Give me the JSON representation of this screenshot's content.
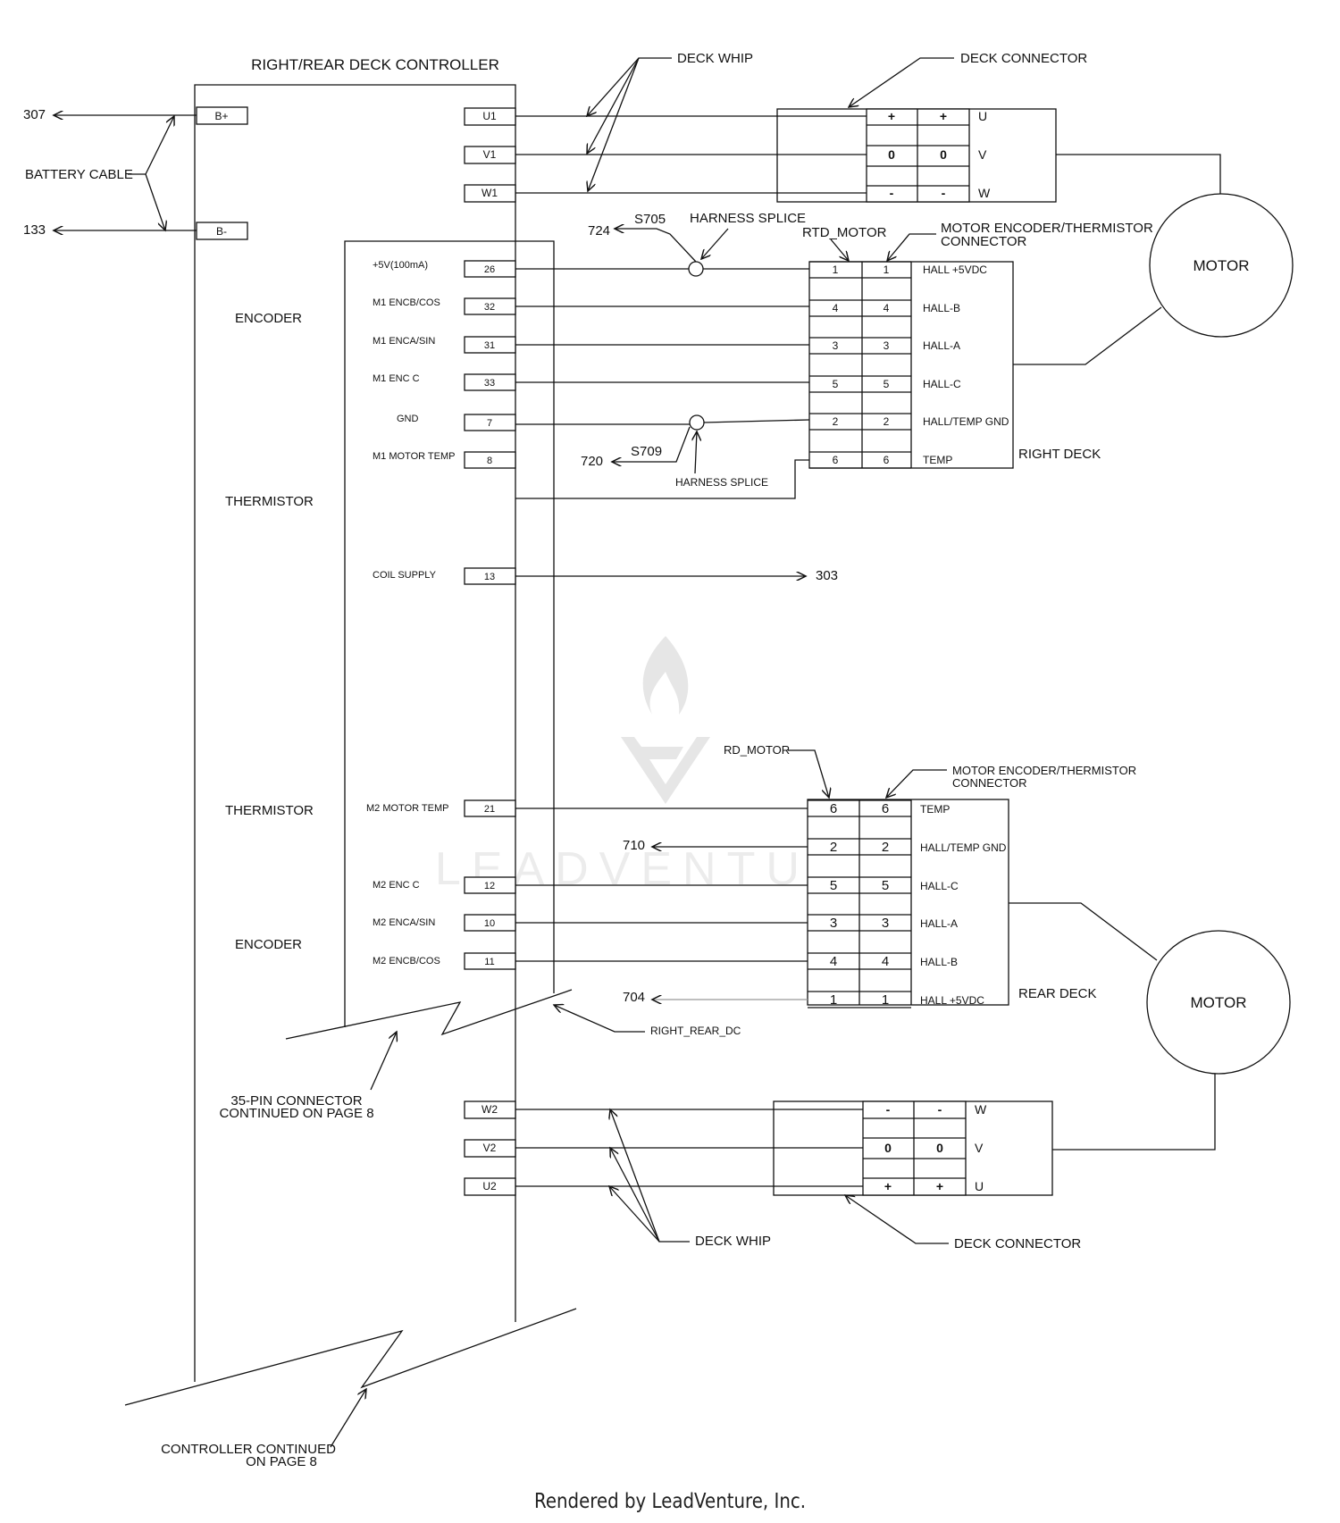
{
  "title": "RIGHT/REAR  DECK CONTROLLER",
  "battery": {
    "label": "BATTERY CABLE",
    "b_plus": "B+",
    "b_minus": "B-",
    "ref_plus": "307",
    "ref_minus": "133"
  },
  "deck_whip": "DECK WHIP",
  "deck_connector": "DECK CONNECTOR",
  "harness_splice": "HARNESS SPLICE",
  "motor": "MOTOR",
  "encoder": "ENCODER",
  "thermistor": "THERMISTOR",
  "phases_top": [
    {
      "pin": "U1",
      "a": "+",
      "b": "+",
      "label": "U"
    },
    {
      "pin": "V1",
      "a": "0",
      "b": "0",
      "label": "V"
    },
    {
      "pin": "W1",
      "a": "-",
      "b": "-",
      "label": "W"
    }
  ],
  "phases_bottom": [
    {
      "pin": "W2",
      "a": "-",
      "b": "-",
      "label": "W"
    },
    {
      "pin": "V2",
      "a": "0",
      "b": "0",
      "label": "V"
    },
    {
      "pin": "U2",
      "a": "+",
      "b": "+",
      "label": "U"
    }
  ],
  "right": {
    "splice1": "S705",
    "ref1": "724",
    "splice2": "S709",
    "ref2": "720",
    "connector_name": "RTD_MOTOR",
    "connector_title_1": "MOTOR ENCODER/THERMISTOR",
    "connector_title_2": "CONNECTOR",
    "deck_label": "RIGHT DECK",
    "pins": [
      {
        "sig": "+5V(100mA)",
        "pin": "26",
        "a": "1",
        "b": "1",
        "hall": "HALL +5VDC"
      },
      {
        "sig": "M1 ENCB/COS",
        "pin": "32",
        "a": "4",
        "b": "4",
        "hall": "HALL-B"
      },
      {
        "sig": "M1 ENCA/SIN",
        "pin": "31",
        "a": "3",
        "b": "3",
        "hall": "HALL-A"
      },
      {
        "sig": "M1 ENC C",
        "pin": "33",
        "a": "5",
        "b": "5",
        "hall": "HALL-C"
      },
      {
        "sig": "GND",
        "pin": "7",
        "a": "2",
        "b": "2",
        "hall": "HALL/TEMP GND"
      },
      {
        "sig": "M1 MOTOR TEMP",
        "pin": "8",
        "a": "6",
        "b": "6",
        "hall": "TEMP"
      }
    ],
    "coil": {
      "sig": "COIL SUPPLY",
      "pin": "13",
      "ref": "303"
    }
  },
  "rear": {
    "connector_name": "RD_MOTOR",
    "connector_title_1": "MOTOR ENCODER/THERMISTOR",
    "connector_title_2": "CONNECTOR",
    "deck_label": "REAR DECK",
    "ref_gnd": "710",
    "ref_5v": "704",
    "controller_tag": "RIGHT_REAR_DC",
    "pins": [
      {
        "sig": "M2 MOTOR TEMP",
        "pin": "21",
        "a": "6",
        "b": "6",
        "hall": "TEMP"
      },
      {
        "sig": "",
        "pin": "",
        "a": "2",
        "b": "2",
        "hall": "HALL/TEMP GND"
      },
      {
        "sig": "M2 ENC C",
        "pin": "12",
        "a": "5",
        "b": "5",
        "hall": "HALL-C"
      },
      {
        "sig": "M2 ENCA/SIN",
        "pin": "10",
        "a": "3",
        "b": "3",
        "hall": "HALL-A"
      },
      {
        "sig": "M2 ENCB/COS",
        "pin": "11",
        "a": "4",
        "b": "4",
        "hall": "HALL-B"
      },
      {
        "sig": "",
        "pin": "",
        "a": "1",
        "b": "1",
        "hall": "HALL +5VDC"
      }
    ]
  },
  "note_35pin_1": "35-PIN CONNECTOR",
  "note_35pin_2": "CONTINUED ON PAGE 8",
  "note_ctrl_1": "CONTROLLER CONTINUED",
  "note_ctrl_2": "ON PAGE 8",
  "watermark": "LEADVENTURE",
  "footer": "Rendered by LeadVenture, Inc."
}
